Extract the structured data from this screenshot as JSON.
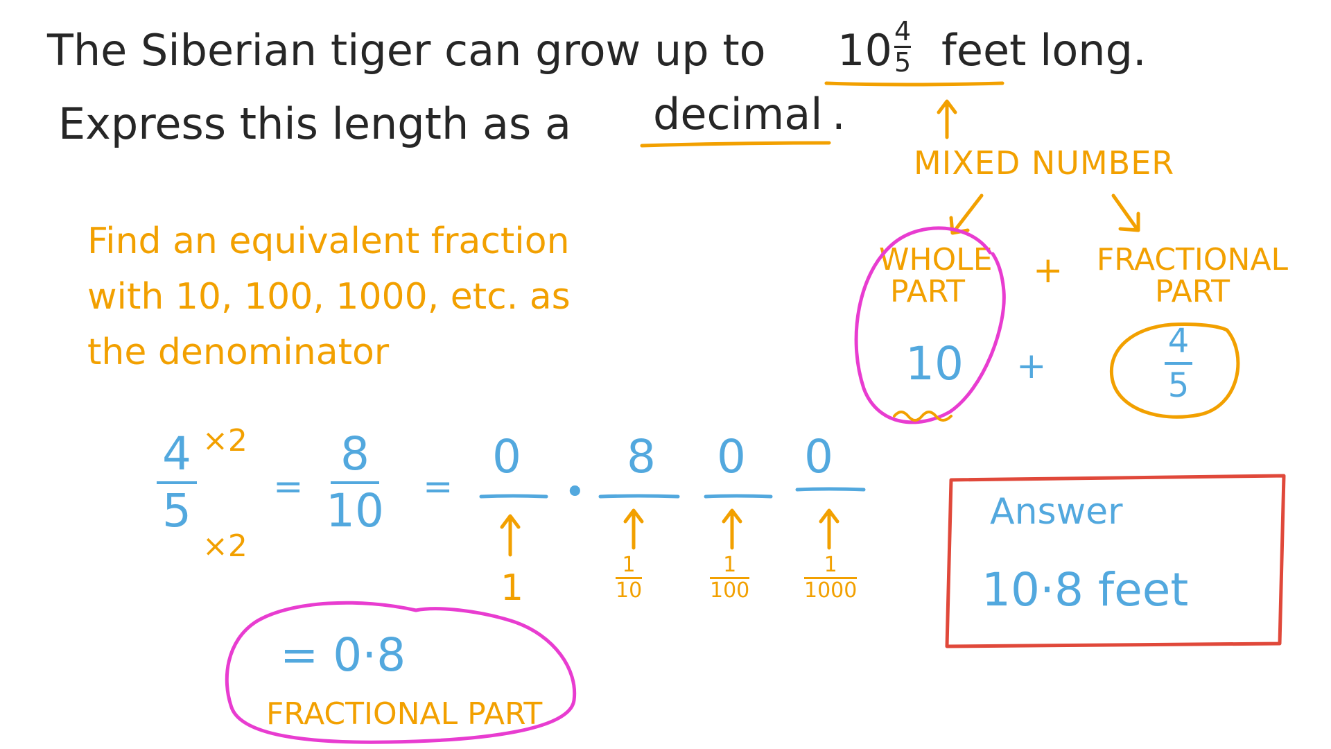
{
  "problem": {
    "line1_before": "The Siberian tiger can grow up to",
    "whole": "10",
    "numerator": "4",
    "denominator": "5",
    "line1_unit": "feet long.",
    "line2_before": "Express this length as a",
    "line2_keyword": "decimal",
    "line2_end": "."
  },
  "mixed": {
    "title": "MIXED NUMBER",
    "whole_label": "WHOLE PART",
    "whole_value": "10",
    "plus": "+",
    "frac_label": "FRACTIONAL PART",
    "frac_num": "4",
    "frac_den": "5"
  },
  "hint": {
    "line1": "Find an equivalent fraction",
    "line2": "with 10, 100, 1000, etc. as",
    "line3": "the denominator"
  },
  "work": {
    "num": "4",
    "den": "5",
    "mult_top": "×2",
    "mult_bottom": "×2",
    "eq": "=",
    "new_num": "8",
    "new_den": "10",
    "place_ones_digit": "0",
    "point": "•",
    "place_tenths_digit": "8",
    "place_hundredths_digit": "0",
    "place_thousandths_digit": "0",
    "place_ones_label": "1",
    "tenths_num": "1",
    "tenths_den": "10",
    "hundredths_num": "1",
    "hundredths_den": "100",
    "thousandths_num": "1",
    "thousandths_den": "1000",
    "result": "= 0·8",
    "result_label": "FRACTIONAL PART"
  },
  "answer": {
    "label": "Answer",
    "value": "10·8 feet"
  },
  "colors": {
    "black": "#262626",
    "orange": "#F2A000",
    "blue": "#52A8DE",
    "magenta": "#E83CD0",
    "red": "#E0483A"
  }
}
